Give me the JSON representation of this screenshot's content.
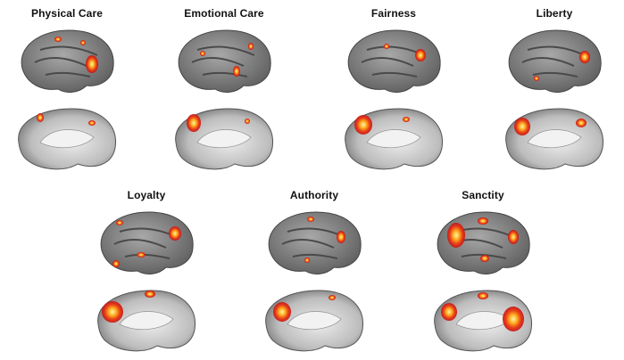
{
  "figure": {
    "panels": [
      {
        "title": "Physical Care"
      },
      {
        "title": "Emotional Care"
      },
      {
        "title": "Fairness"
      },
      {
        "title": "Liberty"
      },
      {
        "title": "Loyalty"
      },
      {
        "title": "Authority"
      },
      {
        "title": "Sanctity"
      }
    ]
  },
  "colors": {
    "cortex": "#8a8a8a",
    "cortex_light": "#cfcfcf",
    "activation_low": "#c81010",
    "activation_mid": "#f07010",
    "activation_high": "#fff2a0"
  }
}
